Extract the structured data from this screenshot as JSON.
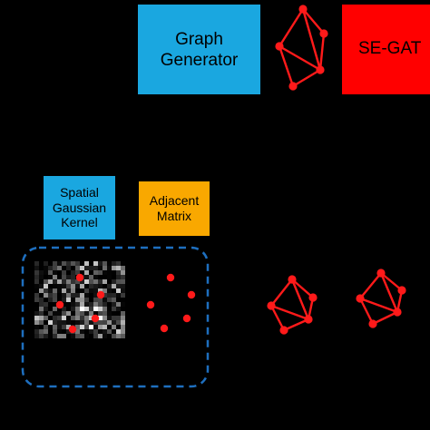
{
  "colors": {
    "background": "#000000",
    "cyan_box": "#1aa7e0",
    "red_box": "#ff0000",
    "orange_box": "#f9a800",
    "text": "#000000",
    "node": "#ff1a1a",
    "edge": "#ff1a1a",
    "dashed_region": "#1e6fbf"
  },
  "labels": {
    "graph_generator": "Graph\nGenerator",
    "se_gat": "SE-GAT",
    "spatial_kernel": "Spatial\nGaussian\nKernel",
    "adjacent_matrix": "Adjacent\nMatrix"
  },
  "icons": [
    "graph-icon-top",
    "graph-icon-mid-left",
    "graph-icon-mid-right",
    "heatmap-image",
    "node-scatter"
  ]
}
